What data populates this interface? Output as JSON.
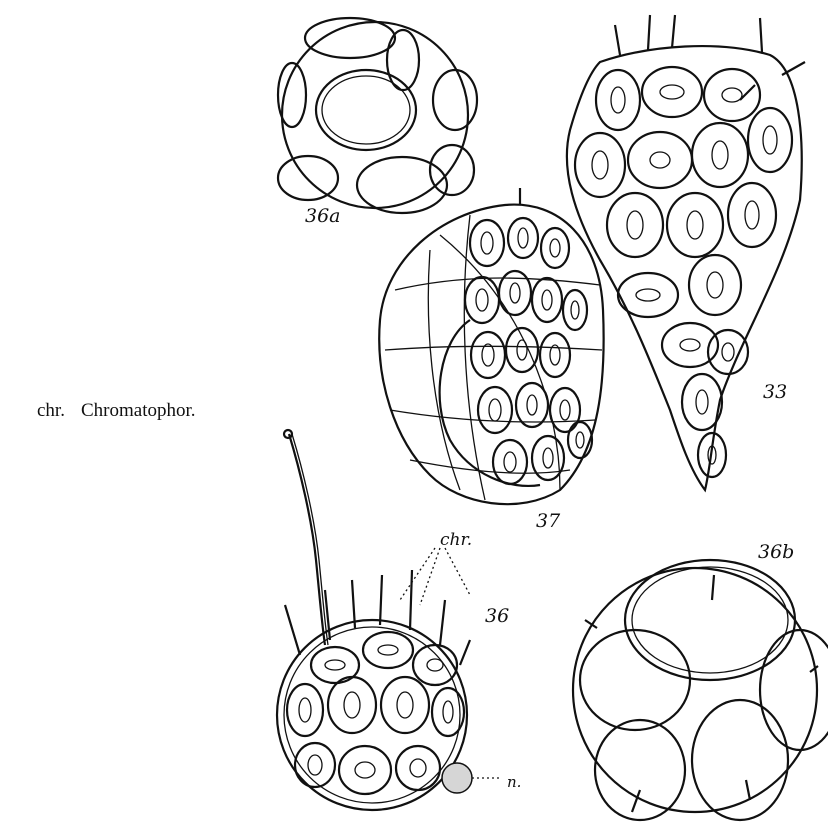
{
  "legend": {
    "abbr": "chr.",
    "term": "Chromatophor."
  },
  "figures": {
    "fig_36a": {
      "label": "36a"
    },
    "fig_33": {
      "label": "33"
    },
    "fig_37": {
      "label": "37"
    },
    "fig_36": {
      "label": "36",
      "annotations": {
        "chr": "chr.",
        "n": "n."
      }
    },
    "fig_36b": {
      "label": "36b"
    }
  }
}
